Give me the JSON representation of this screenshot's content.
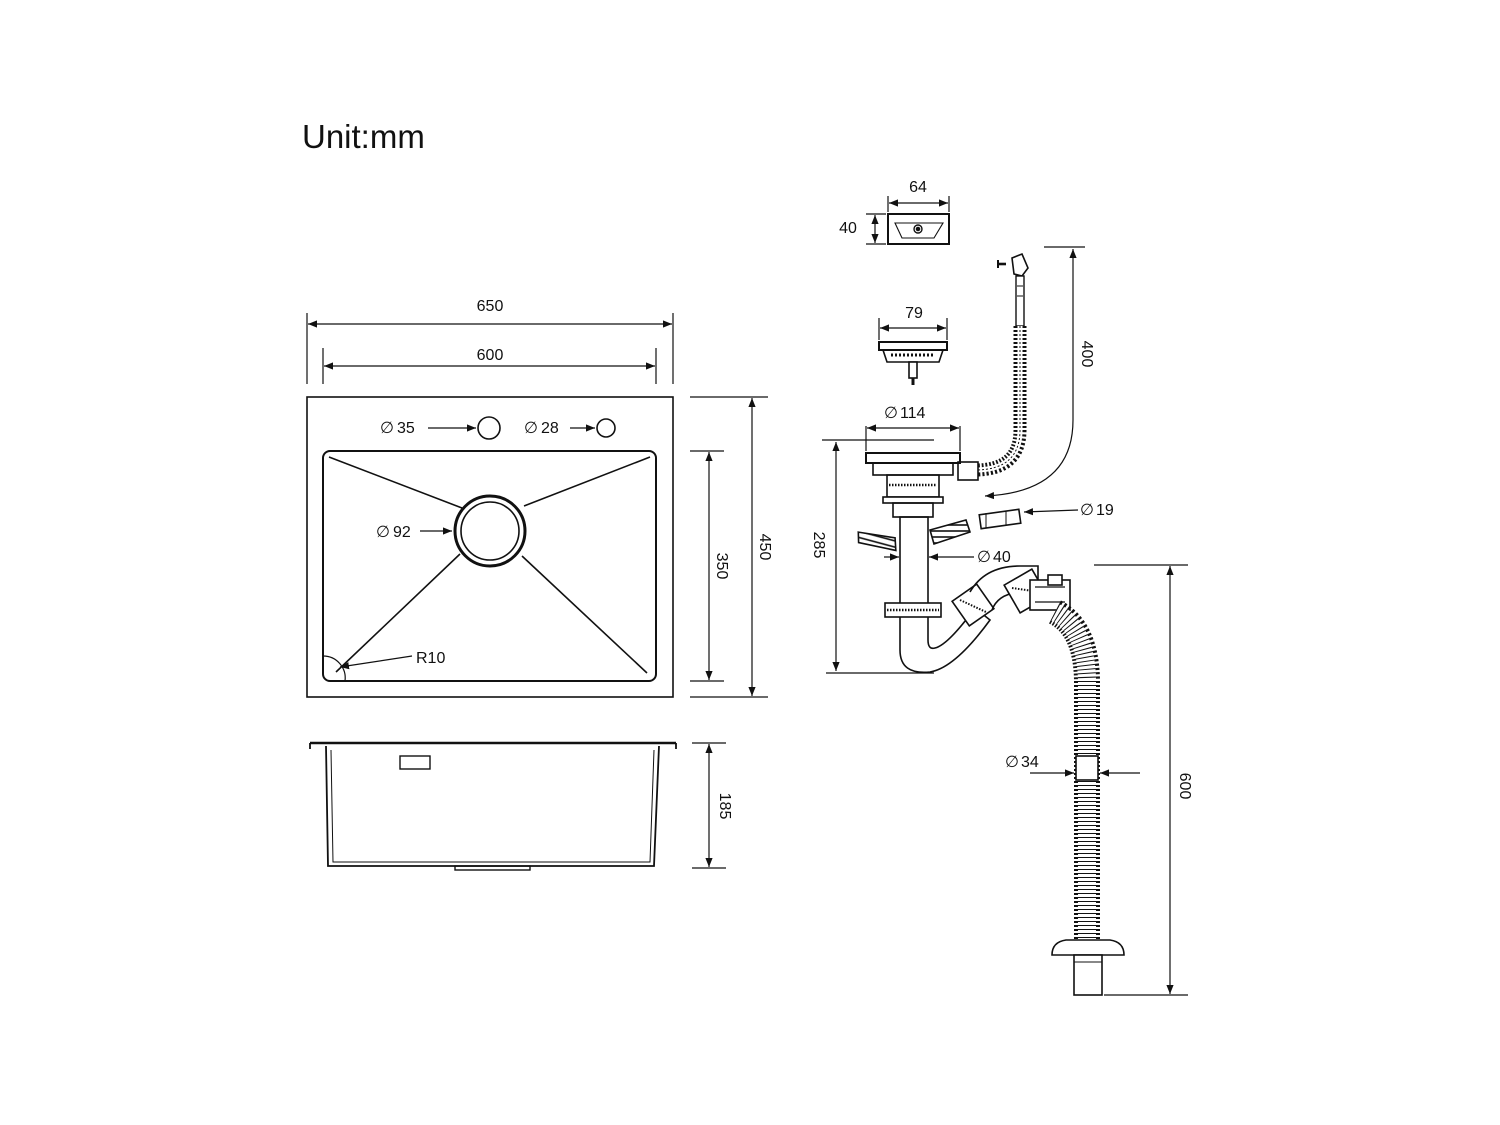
{
  "title": "Unit:mm",
  "sink_top_view": {
    "overall_width": "650",
    "bowl_width": "600",
    "overall_depth": "450",
    "bowl_depth": "350",
    "tap_hole": "35",
    "soap_hole": "28",
    "drain_hole": "92",
    "corner_radius": "R10"
  },
  "sink_side_view": {
    "bowl_height": "185"
  },
  "overflow_cover": {
    "width": "64",
    "height": "40"
  },
  "basket_strainer": {
    "diameter": "79"
  },
  "drain_kit": {
    "flange_diameter": "114",
    "overflow_hose_length": "400",
    "trap_height": "285",
    "inlet_diameter": "19",
    "pipe_diameter": "40",
    "outlet_hose_diameter": "34",
    "outlet_hose_length": "600"
  },
  "symbols": {
    "diameter": "∅"
  },
  "colors": {
    "line": "#111111",
    "background": "#ffffff"
  }
}
